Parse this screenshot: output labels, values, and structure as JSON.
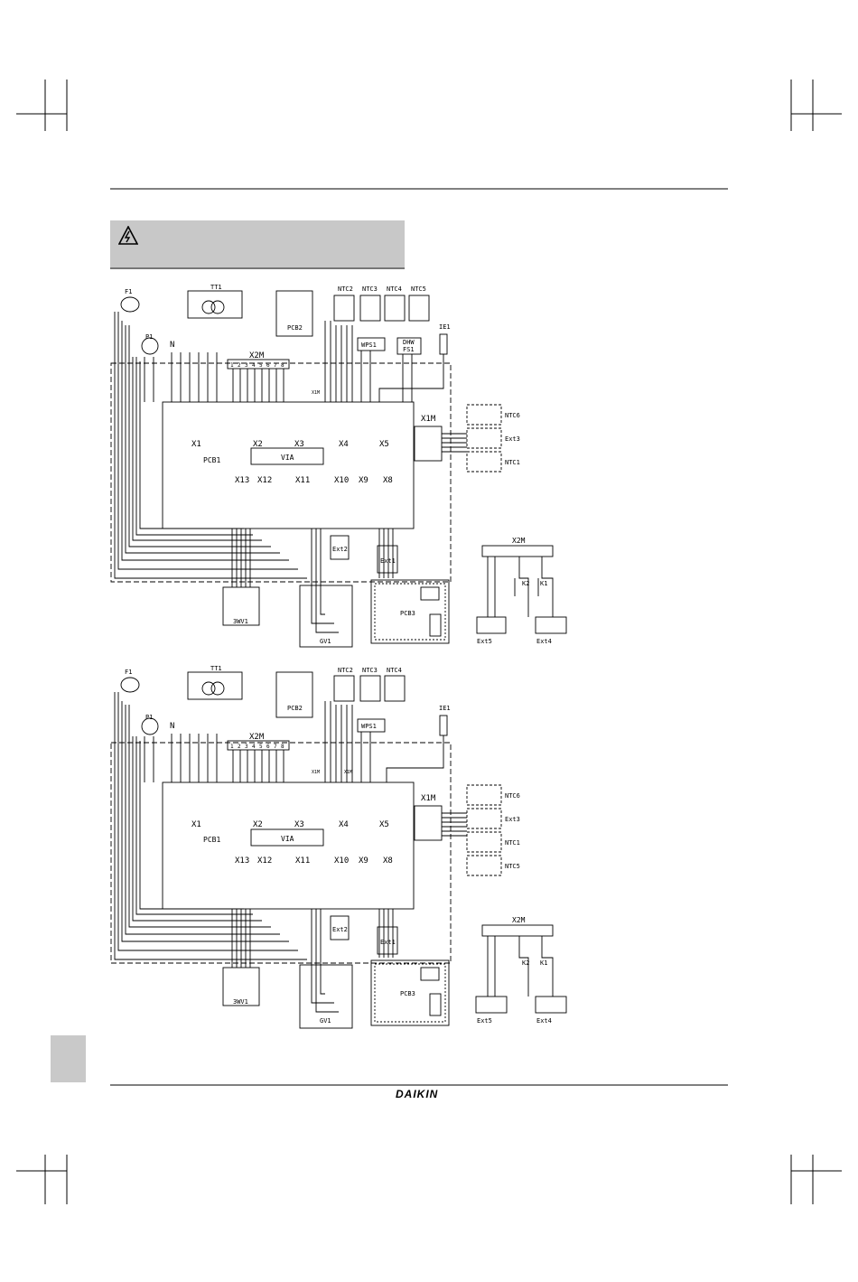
{
  "logo": "DAIKIN",
  "colors": {
    "ink": "#000000",
    "shade": "#c8c8c8"
  },
  "icons": {
    "warning": "electric-hazard-icon"
  },
  "diagram_top": {
    "components": {
      "F1": "F1",
      "P1": "P1",
      "N": "N",
      "TT1": "TT1",
      "PCB2": "PCB2",
      "NTC2": "NTC2",
      "NTC3": "NTC3",
      "NTC4": "NTC4",
      "NTC5": "NTC5",
      "WPS1": "WPS1",
      "DHW": "DHW",
      "FS1": "FS1",
      "IE1": "IE1",
      "X2M": "X2M",
      "X1M": "X1M",
      "X1M_small": "X1M",
      "PCB1": "PCB1",
      "VIA": "VIA",
      "X1": "X1",
      "X2": "X2",
      "X3": "X3",
      "X4": "X4",
      "X5": "X5",
      "X13": "X13",
      "X12": "X12",
      "X11": "X11",
      "X10": "X10",
      "X9": "X9",
      "X8": "X8",
      "Ext1": "Ext1",
      "Ext2": "Ext2",
      "Ext3": "Ext3",
      "Ext4": "Ext4",
      "Ext5": "Ext5",
      "NTC6": "NTC6",
      "NTC1": "NTC1",
      "PCB3": "PCB3",
      "GV1": "GV1",
      "3WV1": "3WV1",
      "K1": "K1",
      "K2": "K2",
      "X2M_right": "X2M"
    },
    "x2m_terminals": [
      "1",
      "2",
      "3",
      "4",
      "5",
      "6",
      "7",
      "8"
    ]
  },
  "diagram_bottom": {
    "components": {
      "F1": "F1",
      "P1": "P1",
      "N": "N",
      "TT1": "TT1",
      "PCB2": "PCB2",
      "NTC2": "NTC2",
      "NTC3": "NTC3",
      "NTC4": "NTC4",
      "WPS1": "WPS1",
      "IE1": "IE1",
      "X2M": "X2M",
      "X1M": "X1M",
      "X1M_small_a": "X1M",
      "X1M_small_b": "X1M",
      "PCB1": "PCB1",
      "VIA": "VIA",
      "X1": "X1",
      "X2": "X2",
      "X3": "X3",
      "X4": "X4",
      "X5": "X5",
      "X13": "X13",
      "X12": "X12",
      "X11": "X11",
      "X10": "X10",
      "X9": "X9",
      "X8": "X8",
      "Ext1": "Ext1",
      "Ext2": "Ext2",
      "Ext3": "Ext3",
      "Ext4": "Ext4",
      "Ext5": "Ext5",
      "NTC6": "NTC6",
      "NTC1": "NTC1",
      "NTC5": "NTC5",
      "PCB3": "PCB3",
      "GV1": "GV1",
      "3WV1": "3WV1",
      "K1": "K1",
      "K2": "K2",
      "X2M_right": "X2M"
    },
    "x2m_terminals": [
      "1",
      "2",
      "3",
      "4",
      "5",
      "6",
      "7",
      "8"
    ]
  }
}
